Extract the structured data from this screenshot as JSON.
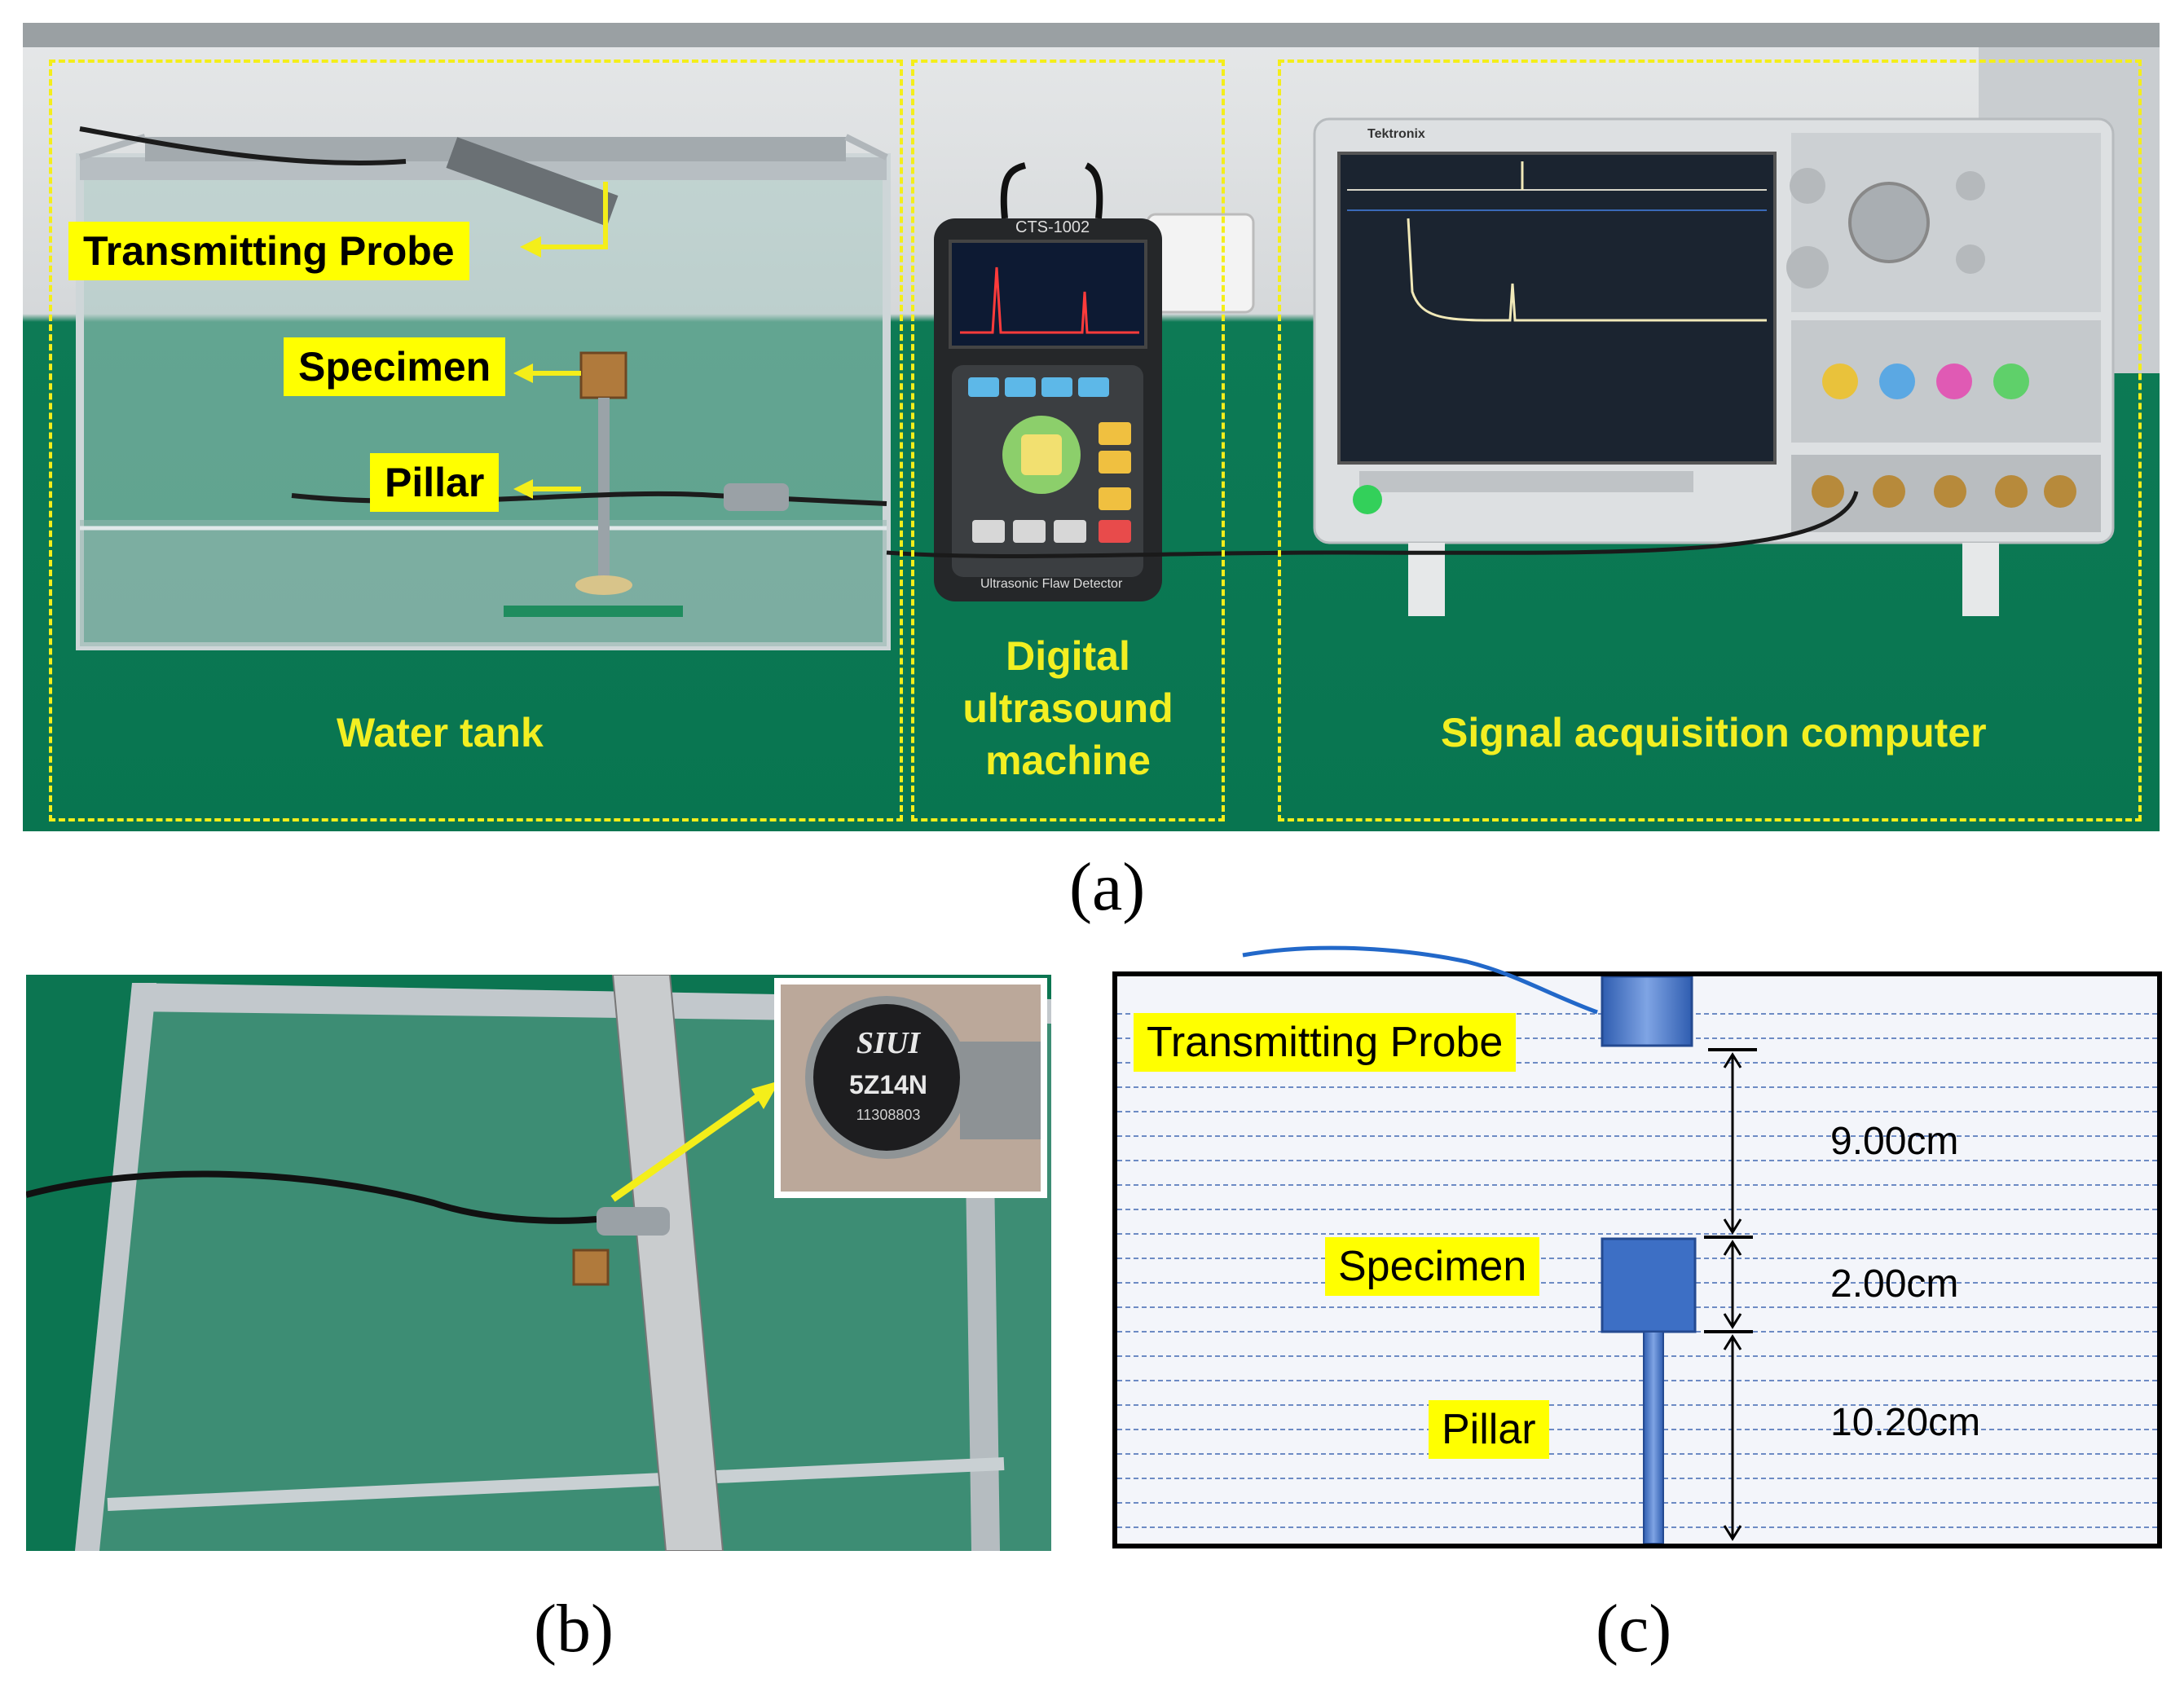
{
  "panel_a": {
    "labels": {
      "transmitting_probe": "Transmitting Probe",
      "specimen": "Specimen",
      "pillar": "Pillar"
    },
    "captions": {
      "water_tank": "Water tank",
      "ultrasound_line1": "Digital",
      "ultrasound_line2": "ultrasound",
      "ultrasound_line3": "machine",
      "computer": "Signal acquisition computer"
    },
    "device": {
      "model": "CTS-1002",
      "name": "Ultrasonic Flaw Detector"
    },
    "oscilloscope_brand": "Tektronix",
    "caption": "(a)"
  },
  "panel_b": {
    "probe_brand": "SIUI",
    "probe_model": "5Z14N",
    "probe_serial": "11308803",
    "caption": "(b)"
  },
  "panel_c": {
    "labels": {
      "transmitting_probe": "Transmitting Probe",
      "specimen": "Specimen",
      "pillar": "Pillar"
    },
    "dimensions": {
      "d1": "9.00cm",
      "d2": "2.00cm",
      "d3": "10.20cm"
    },
    "caption": "(c)"
  },
  "colors": {
    "label_bg": "#ffff00",
    "dashed_box": "#f4ee1a",
    "bench_green": "#0b7752",
    "schematic_blue": "#3d6fc5"
  }
}
